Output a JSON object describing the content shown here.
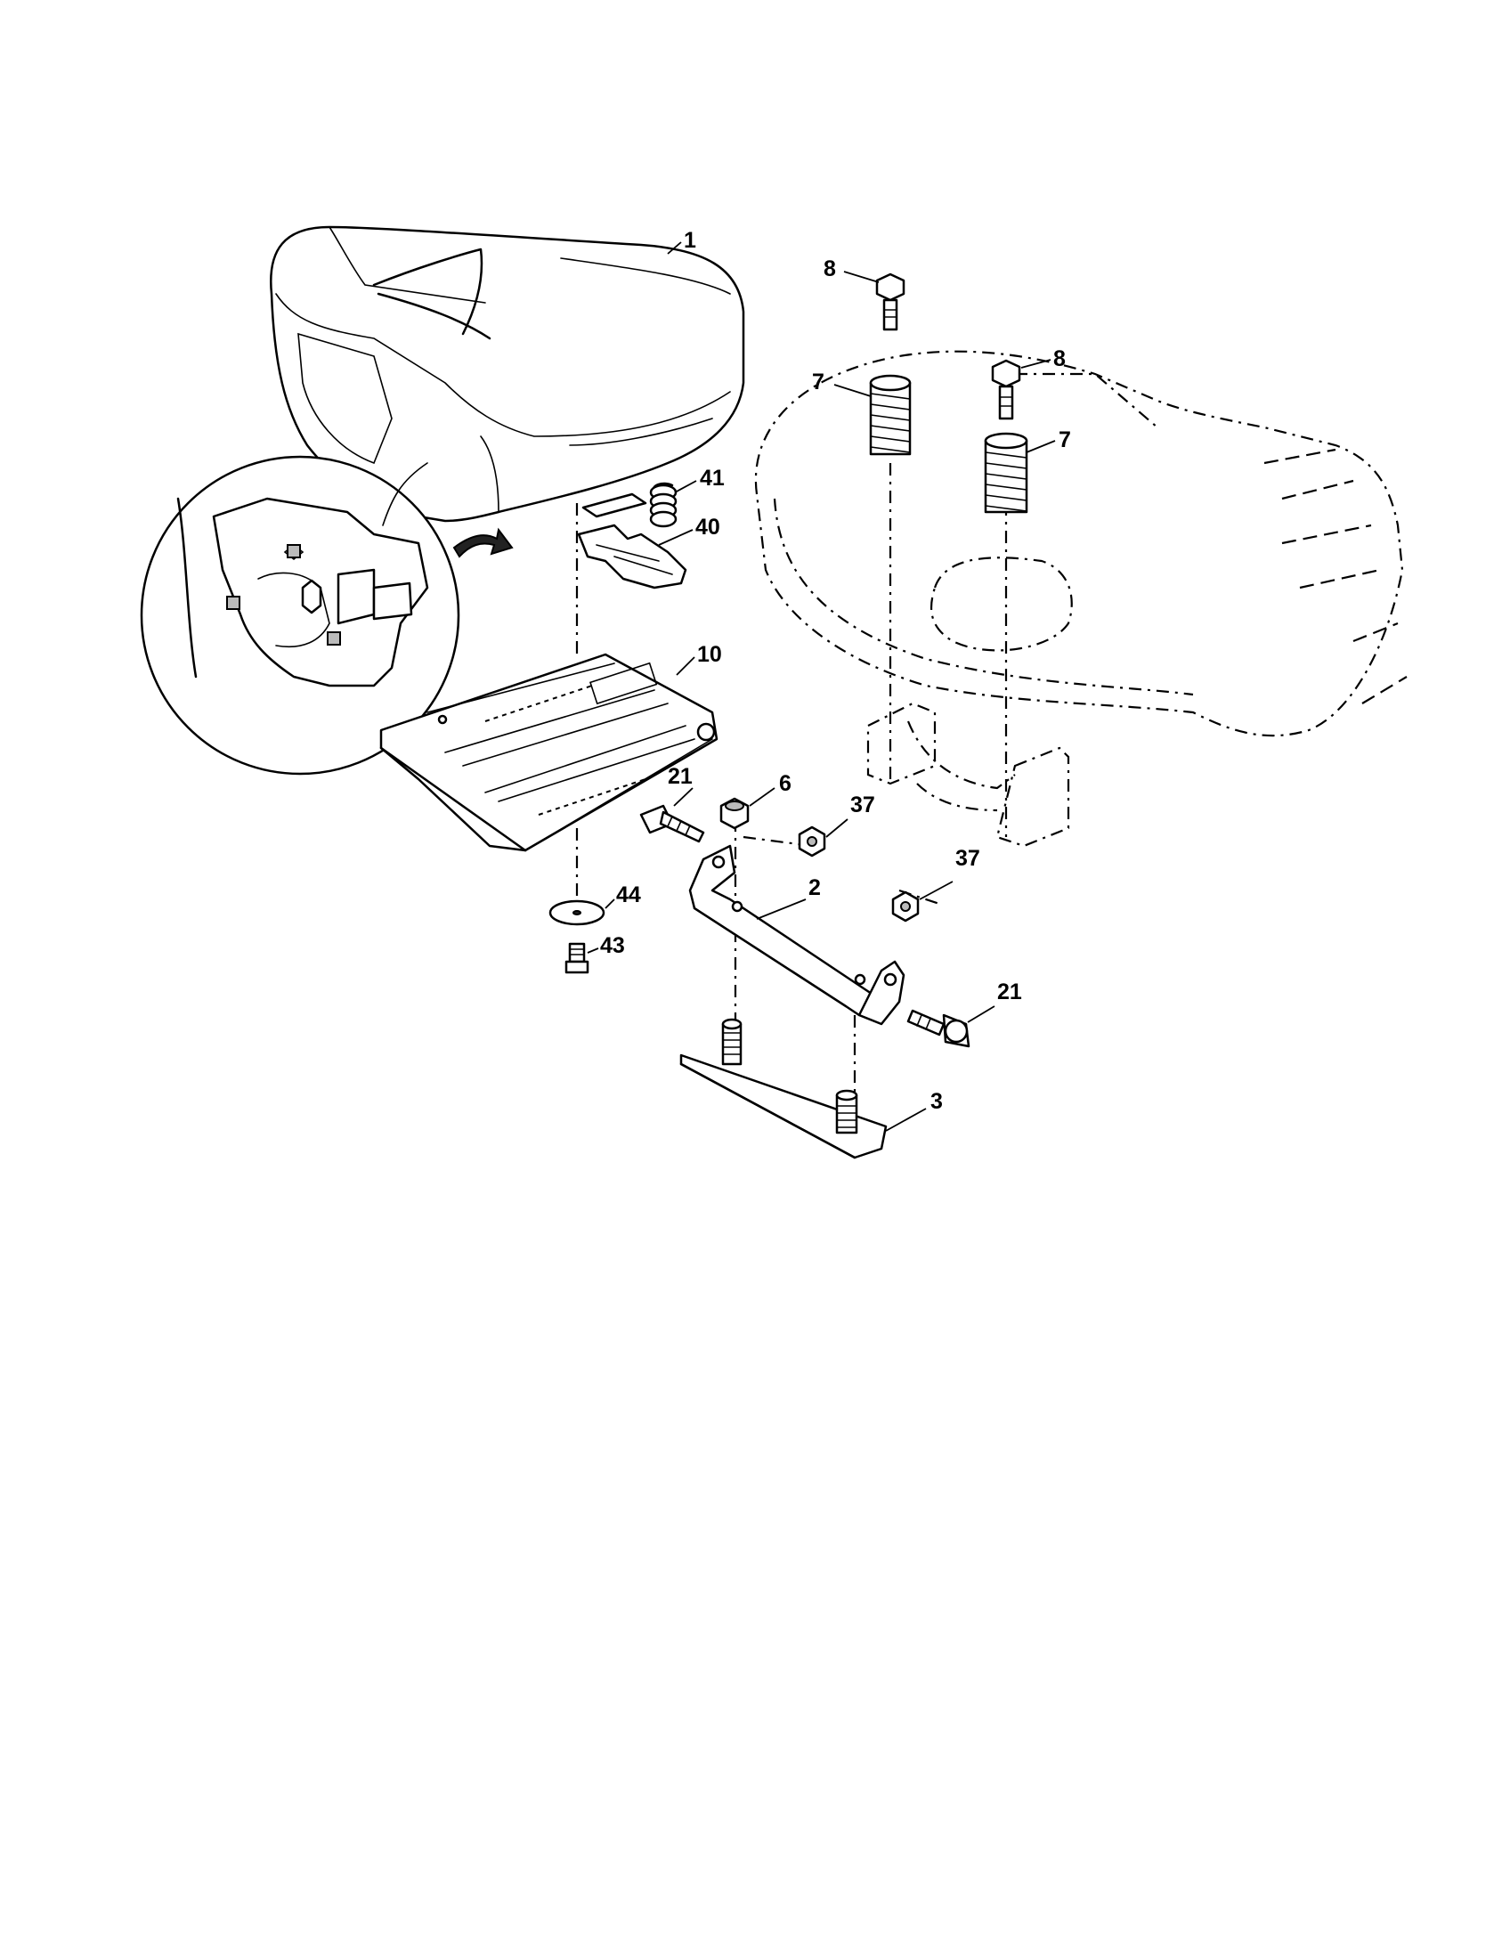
{
  "diagram": {
    "callouts": [
      {
        "id": "c1",
        "text": "1"
      },
      {
        "id": "c8a",
        "text": "8"
      },
      {
        "id": "c8b",
        "text": "8"
      },
      {
        "id": "c7a",
        "text": "7"
      },
      {
        "id": "c7b",
        "text": "7"
      },
      {
        "id": "c41",
        "text": "41"
      },
      {
        "id": "c40",
        "text": "40"
      },
      {
        "id": "c10",
        "text": "10"
      },
      {
        "id": "c21a",
        "text": "21"
      },
      {
        "id": "c6",
        "text": "6"
      },
      {
        "id": "c37a",
        "text": "37"
      },
      {
        "id": "c37b",
        "text": "37"
      },
      {
        "id": "c2",
        "text": "2"
      },
      {
        "id": "c44",
        "text": "44"
      },
      {
        "id": "c43",
        "text": "43"
      },
      {
        "id": "c21b",
        "text": "21"
      },
      {
        "id": "c3",
        "text": "3"
      }
    ]
  }
}
